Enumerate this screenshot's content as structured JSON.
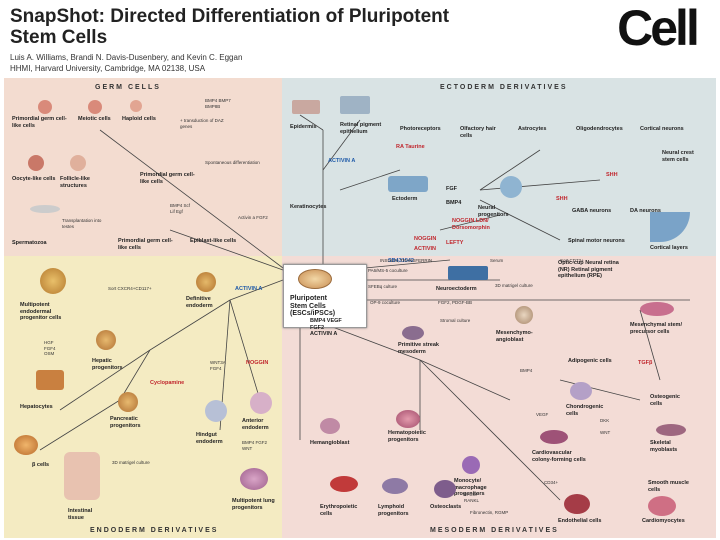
{
  "header": {
    "title_line1": "SnapShot: Directed Differentiation of Pluripotent",
    "title_line2": "Stem Cells",
    "authors": "Luis A. Williams, Brandi N. Davis-Dusenbery, and Kevin C. Eggan",
    "affiliation": "HHMI, Harvard University, Cambridge, MA 02138, USA",
    "logo_text": "Cell"
  },
  "sections": {
    "germ": "GERM CELLS",
    "ectoderm": "ECTODERM DERIVATIVES",
    "endoderm": "ENDODERM DERIVATIVES",
    "mesoderm": "MESODERM DERIVATIVES"
  },
  "center": {
    "line1": "Pluripotent",
    "line2": "Stem Cells",
    "line3": "(ESCs/iPSCs)"
  },
  "germ_cells": {
    "primordial_germ": "Primordial germ cell-like cells",
    "meiotic": "Meiotic cells",
    "haploid": "Haploid cells",
    "oocyte": "Oocyte-like cells",
    "follicle": "Follicle-like structures",
    "primordial_germ2": "Primordial germ cell-like cells",
    "spermatozoa": "Spermatozoa",
    "primordial_germ3": "Primordial germ cell-like cells",
    "epiblast": "Epiblast-like cells",
    "bmp": "BMP4 BMP7 BMP8B",
    "transduction": "+ transduction of DAZ genes",
    "spont": "Spontaneous differentiation",
    "transplant": "Transplantation into testes",
    "activin": "Activin a FGF2",
    "bmp2": "BMP4 Scf Lif Egf"
  },
  "ectoderm": {
    "epidermis": "Epidermis",
    "rpe": "Retinal pigment epithelium",
    "photoreceptors": "Photoreceptors",
    "olfactory": "Olfactory hair cells",
    "astrocytes": "Astrocytes",
    "oligodendrocytes": "Oligodendrocytes",
    "cortical_neurons": "Cortical neurons",
    "neural_crest": "Neural crest stem cells",
    "keratinocytes": "Keratinocytes",
    "ectoderm": "Ectoderm",
    "neural_prog": "Neural progenitors",
    "gaba": "GABA neurons",
    "da": "DA neurons",
    "spinal": "Spinal motor neurons",
    "cortical_layers": "Cortical layers",
    "neuroectoderm": "Neuroectoderm",
    "optic": "Optic-cup Neural retina (NR) Retinal pigment epithelium (RPE)",
    "activin_a": "ACTIVIN A",
    "ra": "RA Taurine",
    "noggin": "NOGGIN LDN/ Dorsomorphin",
    "sb": "SB431542",
    "noggin2": "NOGGIN",
    "lefty": "LEFTY",
    "activin2": "ACTIVIN",
    "pa6": "PA6/MS-5 coculture",
    "sfebq": "SFEBq culture",
    "3d": "3D matrigel culture",
    "shh": "SHH",
    "shh2": "SHH",
    "fgf": "FGF",
    "bmp4": "BMP4"
  },
  "endoderm": {
    "multipotent": "Multipotent endodermal progenitor cells",
    "definitive": "Definitive endoderm",
    "hepatic": "Hepatic progenitors",
    "hepatocytes": "Hepatocytes",
    "pancreatic": "Pancreatic progenitors",
    "anterior": "Anterior endoderm",
    "hindgut": "Hindgut endoderm",
    "beta": "β cells",
    "intestinal": "Intestinal tissue",
    "lung": "Multipotent lung progenitors",
    "activin_a": "ACTIVIN A",
    "cyclopamine": "Cyclopamine",
    "noggin": "NOGGIN",
    "wnt": "WNT3A FGF4",
    "bmp": "BMP4 FGF2 WNT",
    "hgf": "HGF FGF4 OSM",
    "sort": "Sort CXCR4+CD117+",
    "matrigel": "3D matrigel culture"
  },
  "mesoderm": {
    "mesenchymo": "Mesenchymo-angioblast",
    "mesenchymal": "Mesenchymal stem/ precursor cells",
    "primitive": "Primitive streak mesoderm",
    "adipogenic": "Adipogenic cells",
    "chondrogenic": "Chondrogenic cells",
    "osteogenic": "Osteogenic cells",
    "hemangioblast": "Hemangioblast",
    "hematopoietic": "Hematopoietic progenitors",
    "cardiovascular": "Cardiovascular colony-forming cells",
    "skeletal": "Skeletal myoblasts",
    "monocyte": "Monocyte/ macrophage progenitors",
    "smooth": "Smooth muscle cells",
    "erythropoietic": "Erythropoietic cells",
    "lymphoid": "Lymphoid progenitors",
    "osteoclasts": "Osteoclasts",
    "endothelial": "Endothelial cells",
    "cardiomyocytes": "Cardiomyocytes",
    "insulin": "INSULIN, TRANSFERRIN",
    "serum": "Serum",
    "sort": "Sort CD73+",
    "fgf": "FGF2, PDGF-BB",
    "stroma": "Stromal culture",
    "op9": "OP-9 coculture",
    "bmp4": "BMP4 VEGF FGF2 ACTIVIN A",
    "fibronectin": "Fibronectin, RGMP",
    "vegf": "VEGF",
    "bmp": "BMP4",
    "dkk": "DKK",
    "wnt": "WNT",
    "tgf": "TGFβ",
    "cd34": "CD34+",
    "mcsf": "M-CSF RANKL"
  }
}
